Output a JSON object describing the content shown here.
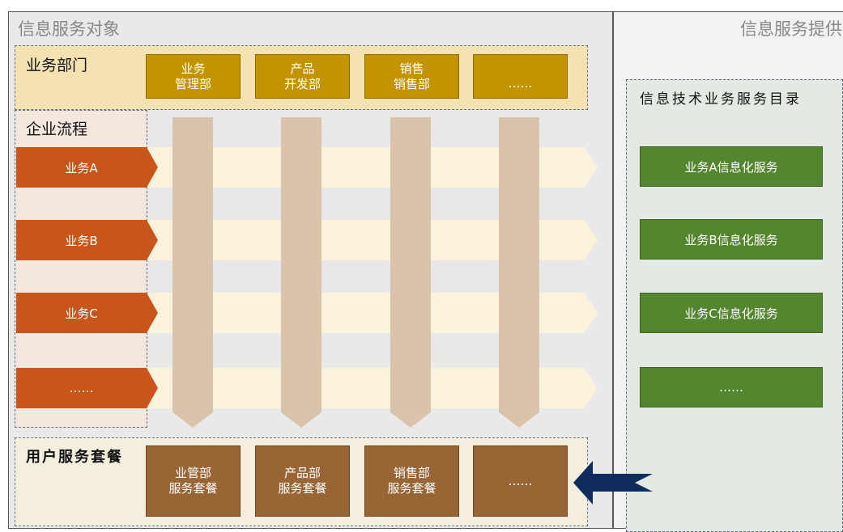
{
  "left_title": "信息服务对象",
  "right_title": "信息服务提供",
  "departments": {
    "title": "业务部门",
    "items": [
      "业务\n管理部",
      "产品\n开发部",
      "销售\n销售部",
      "……"
    ]
  },
  "processes": {
    "title": "企业流程",
    "items": [
      "业务A",
      "业务B",
      "业务C",
      "……"
    ]
  },
  "packages": {
    "title": "用户服务套餐",
    "items": [
      "业管部\n服务套餐",
      "产品部\n服务套餐",
      "销售部\n服务套餐",
      "……"
    ]
  },
  "catalog": {
    "title": "信息技术业务服务目录",
    "items": [
      "业务A信息化服务",
      "业务B信息化服务",
      "业务C信息化服务",
      "……"
    ]
  },
  "colors": {
    "department": "#c39400",
    "process": "#c8561a",
    "package": "#9a6535",
    "service": "#53862f",
    "arrow": "#0f2d5c"
  }
}
